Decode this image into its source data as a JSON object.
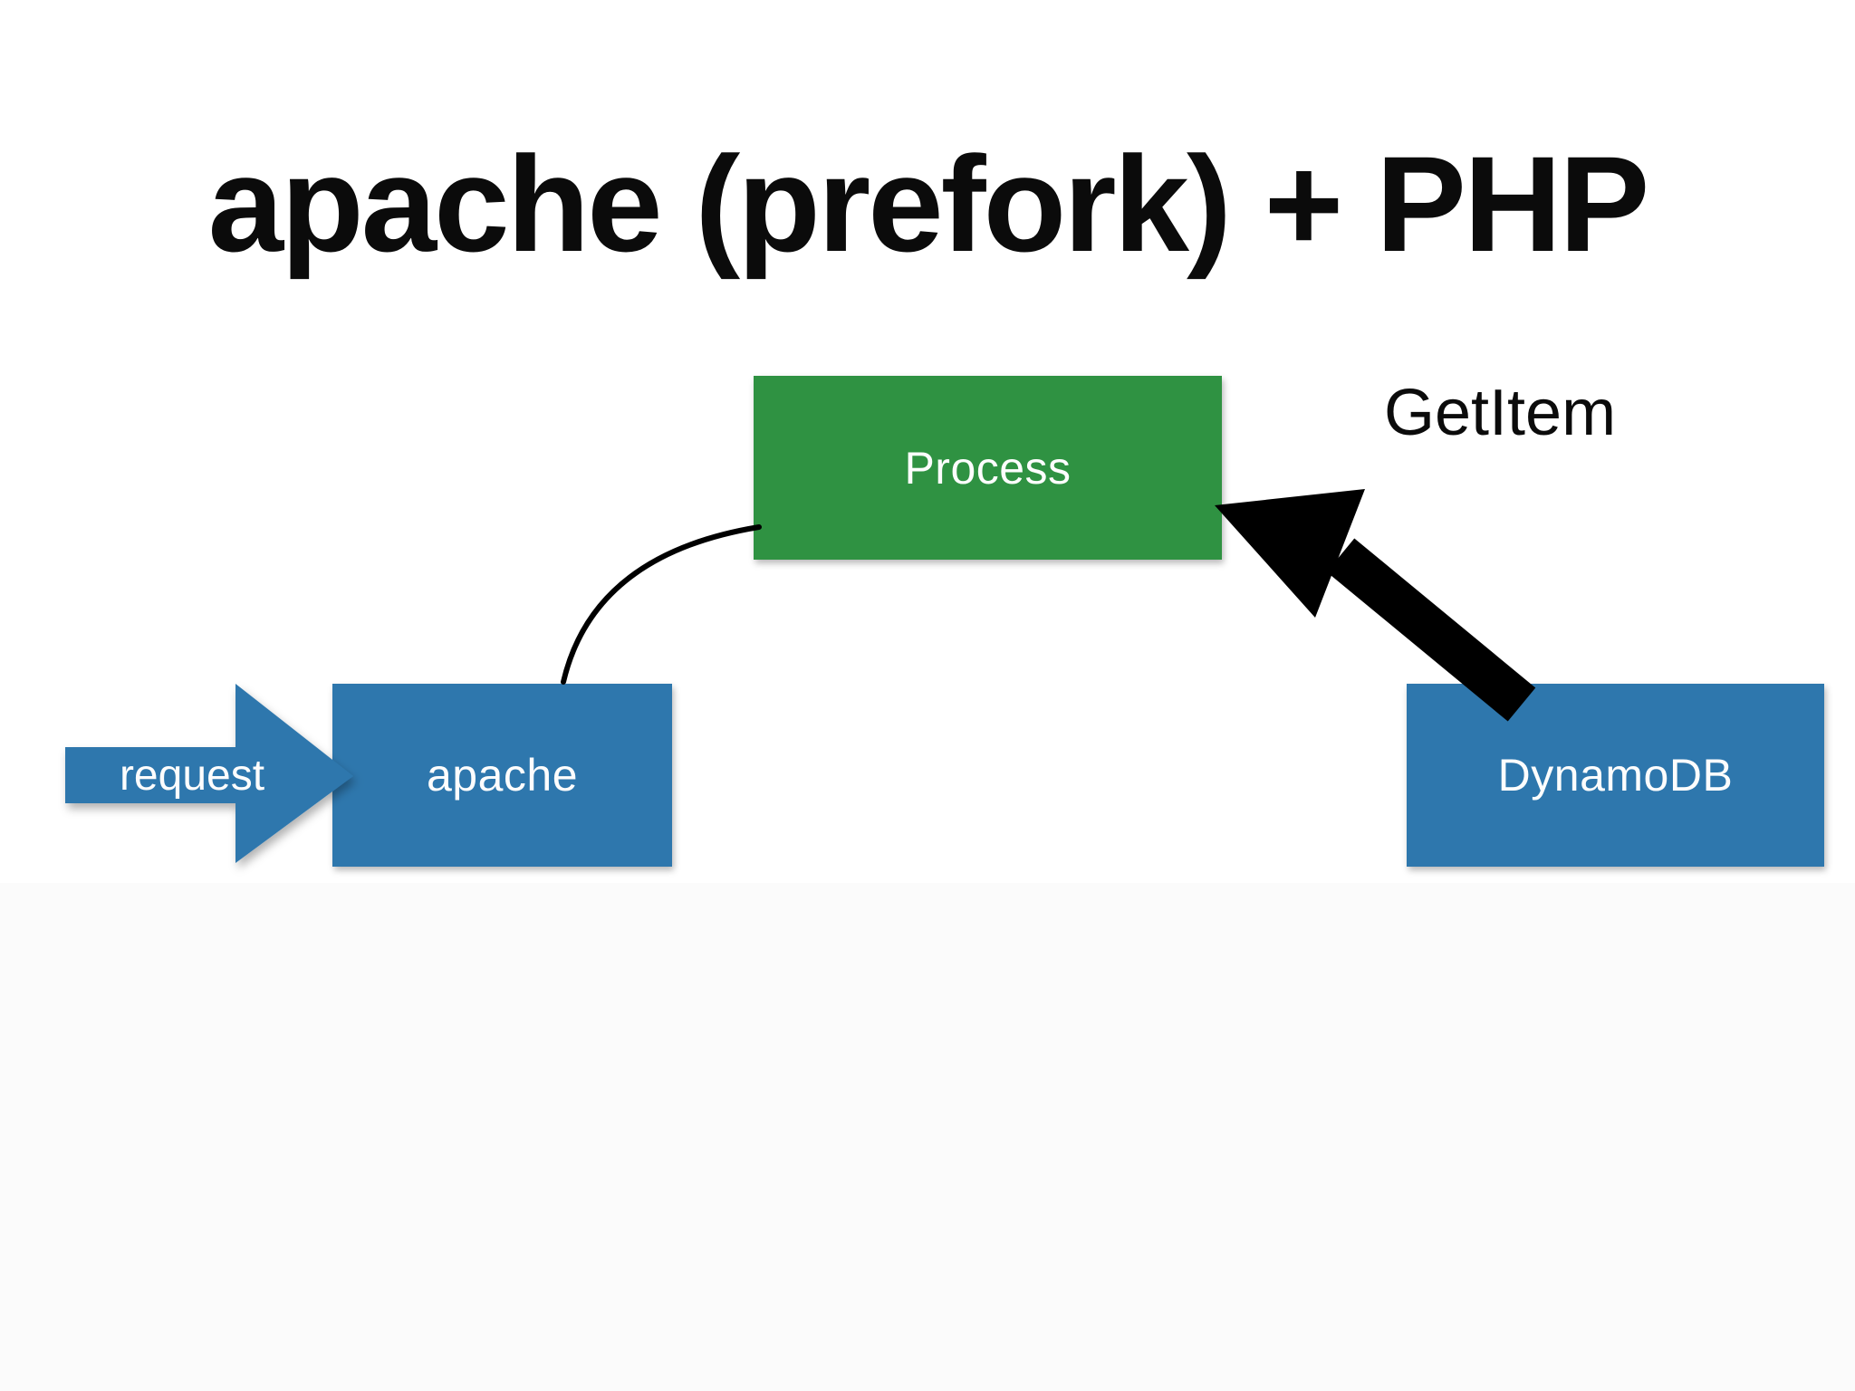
{
  "slide": {
    "title": "apache (prefork) + PHP"
  },
  "colors": {
    "green": "#2f9242",
    "blue": "#2e77ad",
    "ink": "#0b0b0b",
    "box-text": "#fdfdfd",
    "footer-band": "#fbfbfb"
  },
  "nodes": {
    "process": {
      "label": "Process",
      "color": "#2f9242"
    },
    "apache": {
      "label": "apache",
      "color": "#2e77ad"
    },
    "dynamodb": {
      "label": "DynamoDB",
      "color": "#2e77ad"
    }
  },
  "request_arrow": {
    "label": "request",
    "color": "#2e77ad"
  },
  "annotations": {
    "getitem": {
      "label": "GetItem"
    }
  },
  "edges": [
    {
      "from": "request",
      "to": "apache",
      "style": "solid-block-arrow",
      "color": "#2e77ad"
    },
    {
      "from": "apache",
      "to": "process",
      "style": "thin-curved-line",
      "color": "#000000"
    },
    {
      "from": "dynamodb",
      "to": "process",
      "style": "thick-black-arrow",
      "color": "#000000",
      "label": "GetItem"
    }
  ]
}
